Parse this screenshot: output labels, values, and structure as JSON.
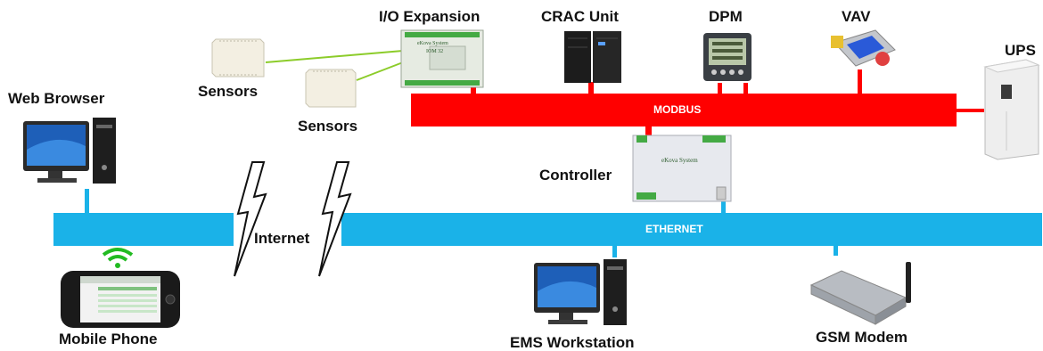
{
  "labels": {
    "io_expansion": "I/O Expansion",
    "crac_unit": "CRAC Unit",
    "dpm": "DPM",
    "vav": "VAV",
    "ups": "UPS",
    "web_browser": "Web Browser",
    "sensors_1": "Sensors",
    "sensors_2": "Sensors",
    "controller": "Controller",
    "internet": "Internet",
    "mobile_phone": "Mobile Phone",
    "ems_workstation": "EMS Workstation",
    "gsm_modem": "GSM Modem"
  },
  "buses": {
    "modbus": "MODBUS",
    "ethernet": "ETHERNET"
  },
  "device_text": {
    "io_brand": "eKova System",
    "io_model": "IOM 32",
    "controller_brand": "eKova System"
  },
  "colors": {
    "modbus": "#ff0000",
    "ethernet": "#1ab2e8",
    "sensor_wire": "#8ccc2a",
    "wifi": "#22bb22"
  },
  "icons": [
    "wifi-icon",
    "lightning-bolt-icon",
    "desktop-computer-icon",
    "smartphone-icon",
    "gsm-modem-icon"
  ]
}
